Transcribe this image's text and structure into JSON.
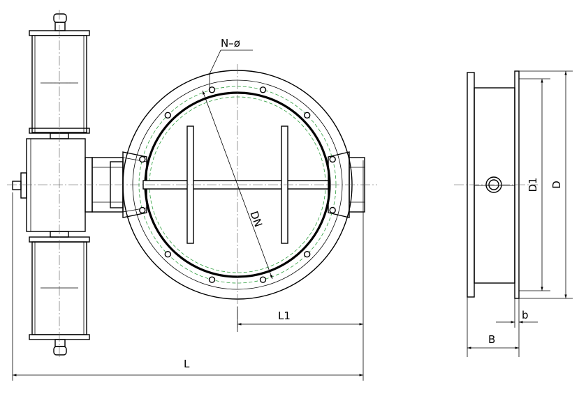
{
  "labels": {
    "holes": "N–ø",
    "nominal": "DN",
    "half_length": "L1",
    "length": "L",
    "bolt_circle": "D1",
    "outer_diameter": "D",
    "body_width": "B",
    "flange_thickness": "b"
  }
}
